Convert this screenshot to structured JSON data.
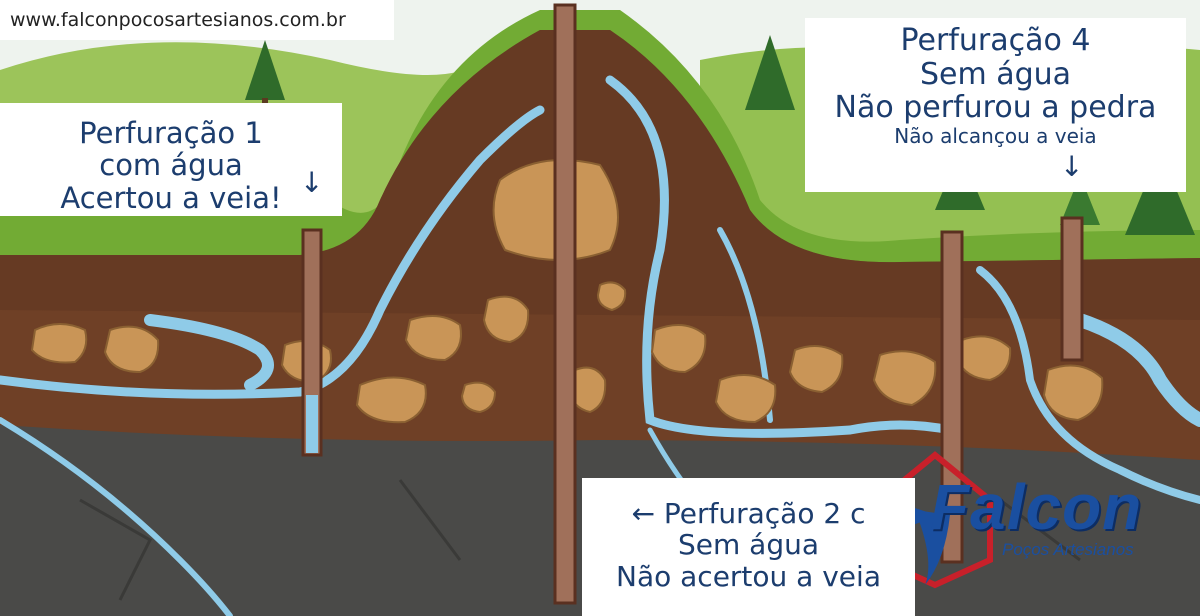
{
  "website": "www.falconpocosartesianos.com.br",
  "wells": [
    {
      "id": "1",
      "lines": [
        "Perfuração 1",
        "com água",
        "Acertou a veia!"
      ],
      "arrow": "↓"
    },
    {
      "id": "2",
      "lines": [
        "← Perfuração 2 c",
        "Sem água",
        "Não acertou a veia"
      ]
    },
    {
      "id": "4",
      "lines": [
        "Perfuração 4",
        "Sem água",
        "Não perfurou a pedra",
        "Não alcançou a veia"
      ],
      "arrow": "↓"
    }
  ],
  "brand": {
    "name": "Falcon",
    "tagline": "Poços Artesianos"
  },
  "colors": {
    "sky": "#f4f6f3",
    "grass": "#7cb33b",
    "soil": "#6f4026",
    "rock": "#4a4a48",
    "water": "#8fcbe8",
    "boulder": "#c99557",
    "pipe": "#a0705a",
    "label_text": "#1c3d6e",
    "brand_blue": "#1a4fa0",
    "brand_red": "#c8202a"
  }
}
